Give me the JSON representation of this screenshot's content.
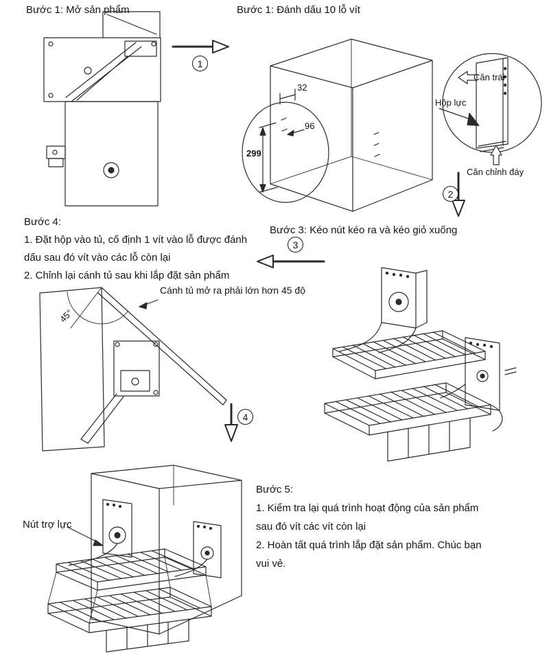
{
  "steps": {
    "step1_left": "Bước 1: Mở sản phẩm",
    "step1_right": "Bước 1: Đánh dấu 10 lỗ vít",
    "step3": "Bước 3: Kéo nút kéo ra và kéo giỏ xuống",
    "step4_title": "Bước 4:",
    "step4_lines": [
      "1. Đặt hộp vào tủ, cố định 1 vít vào lỗ được đánh",
      "dấu sau đó vít vào các lỗ còn lại",
      "2. Chỉnh lại cánh tủ sau khi lắp đặt sản phẩm"
    ],
    "step5_title": "Bước 5:",
    "step5_lines": [
      "1. Kiểm tra lại quá trình hoạt động của sản phẩm",
      "sau đó vít các vít còn lại",
      "2. Hoàn tất quá trình lắp đặt sản phẩm. Chúc bạn",
      "vui vẻ."
    ]
  },
  "annotations": {
    "can_trai": "Căn trái",
    "hop_luc": "Hộp lực",
    "can_chinh_day": "Căn chỉnh đáy",
    "door_note": "Cánh tủ mở ra phải lớn hơn 45 độ",
    "angle_45": "45°",
    "nut_tro_luc": "Nút trợ lực"
  },
  "dimensions": {
    "d32": "32",
    "d96": "96",
    "d299": "299"
  },
  "step_numbers": {
    "n1": "1",
    "n2": "2",
    "n3": "3",
    "n4": "4"
  },
  "colors": {
    "ink": "#2a2a2a",
    "paper": "#ffffff"
  }
}
